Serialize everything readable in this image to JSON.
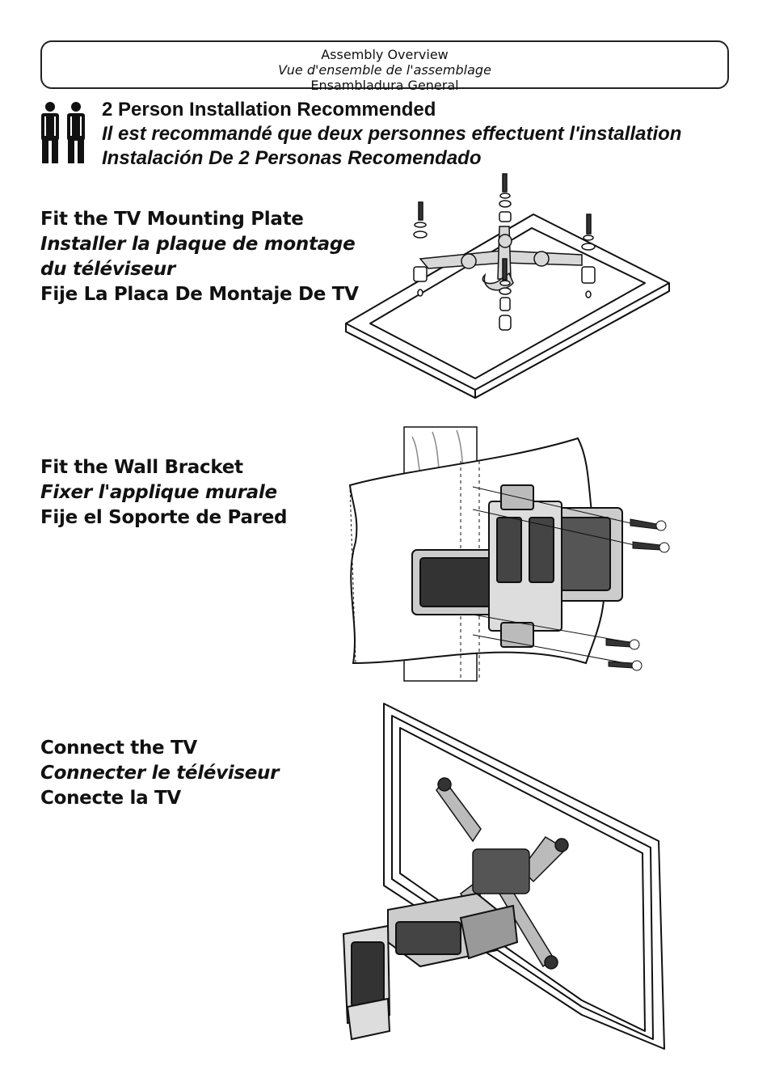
{
  "header": {
    "en": "Assembly Overview",
    "fr": "Vue d'ensemble de l'assemblage",
    "es": "Ensambladura General"
  },
  "install_note": {
    "icon": "two-persons-icon",
    "en": "2 Person Installation Recommended",
    "fr": "Il est recommandé que deux personnes effectuent l'installation",
    "es": "Instalación De 2 Personas Recomendado"
  },
  "steps": [
    {
      "en": "Fit the TV Mounting Plate",
      "fr_line1": "Installer la plaque de montage",
      "fr_line2": "du téléviseur",
      "es": "Fije La Placa De Montaje De TV"
    },
    {
      "en": "Fit the Wall Bracket",
      "fr": "Fixer l'applique murale",
      "es": "Fije el Soporte de Pared"
    },
    {
      "en": "Connect the TV",
      "fr": "Connecter le téléviseur",
      "es": "Conecte la TV"
    }
  ]
}
